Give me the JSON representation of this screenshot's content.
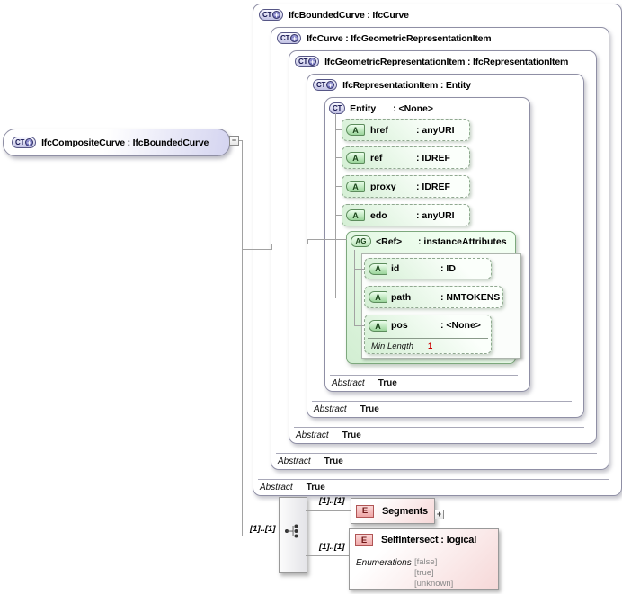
{
  "badges": {
    "complex_type": "CT",
    "attribute": "A",
    "attribute_group": "AG",
    "element": "E"
  },
  "glyphs": {
    "collapse": "−",
    "expand": "+",
    "derived_plus": "+"
  },
  "root_node": {
    "title": "IfcCompositeCurve : IfcBoundedCurve"
  },
  "nested_types": [
    {
      "title": "IfcBoundedCurve : IfcCurve",
      "abstract_label": "Abstract",
      "abstract_value": "True"
    },
    {
      "title": "IfcCurve : IfcGeometricRepresentationItem",
      "abstract_label": "Abstract",
      "abstract_value": "True"
    },
    {
      "title": "IfcGeometricRepresentationItem : IfcRepresentationItem",
      "abstract_label": "Abstract",
      "abstract_value": "True"
    },
    {
      "title": "IfcRepresentationItem : Entity",
      "abstract_label": "Abstract",
      "abstract_value": "True"
    }
  ],
  "entity_type": {
    "name": "Entity",
    "type": ": <None>",
    "abstract_label": "Abstract",
    "abstract_value": "True",
    "attributes": [
      {
        "name": "href",
        "type": ": anyURI"
      },
      {
        "name": "ref",
        "type": ": IDREF"
      },
      {
        "name": "proxy",
        "type": ": IDREF"
      },
      {
        "name": "edo",
        "type": ": anyURI"
      }
    ],
    "ref_group": {
      "name": "<Ref>",
      "type": ": instanceAttributes",
      "attributes": [
        {
          "name": "id",
          "type": ": ID"
        },
        {
          "name": "path",
          "type": ": NMTOKENS"
        },
        {
          "name": "pos",
          "type": ": <None>",
          "constraint_label": "Min Length",
          "constraint_value": "1"
        }
      ]
    }
  },
  "sequence": {
    "cardinality_in": "[1]..[1]"
  },
  "elements": {
    "segments": {
      "label": "Segments",
      "cardinality": "[1]..[1]"
    },
    "self_intersect": {
      "label": "SelfIntersect : logical",
      "cardinality": "[1]..[1]",
      "enumerations_label": "Enumerations",
      "enumeration_values": [
        "[false]",
        "[true]",
        "[unknown]"
      ]
    }
  },
  "colors": {
    "type_fill": "#d0d0ec",
    "attribute_fill": "#9ad49a",
    "group_fill": "#d2eed2",
    "element_fill": "#f6d8d8",
    "constraint_value_red": "#cc0000",
    "line_gray": "#a2a2a2"
  }
}
